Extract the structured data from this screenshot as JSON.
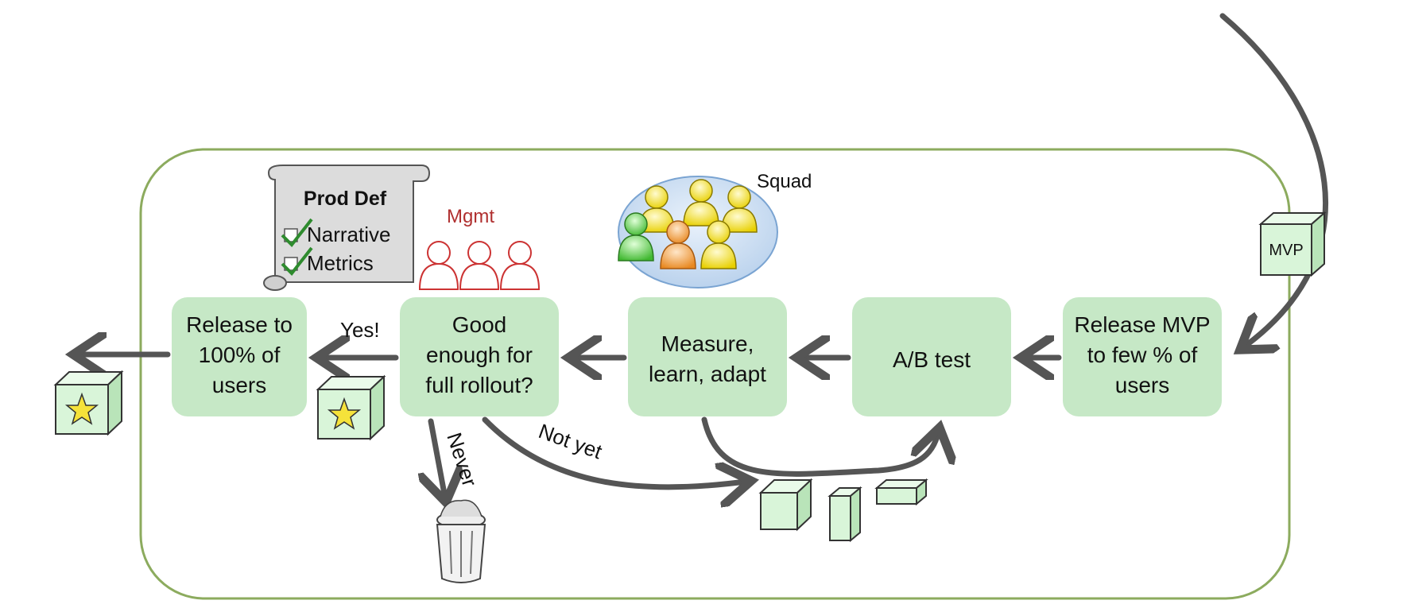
{
  "colors": {
    "box_fill": "#c6e8c6",
    "frame_stroke": "#8cab5e",
    "arrow": "#555555",
    "mgmt_red": "#b03030",
    "squad_oval": "#c9dcf0"
  },
  "boxes": {
    "release_full": [
      "Release to",
      "100% of",
      "users"
    ],
    "good_enough": [
      "Good",
      "enough for",
      "full rollout?"
    ],
    "measure": [
      "Measure,",
      "learn, adapt"
    ],
    "ab_test": [
      "A/B test"
    ],
    "release_mvp": [
      "Release MVP",
      "to few % of",
      "users"
    ]
  },
  "labels": {
    "yes": "Yes!",
    "never": "Never",
    "not_yet": "Not yet",
    "mgmt": "Mgmt",
    "squad": "Squad",
    "mvp": "MVP"
  },
  "prod_def": {
    "title": "Prod Def",
    "items": [
      "Narrative",
      "Metrics"
    ]
  },
  "icons": [
    "star-cube-icon",
    "trash-can-icon",
    "people-icon",
    "scroll-icon",
    "checkmark-icon",
    "cube-icon"
  ]
}
